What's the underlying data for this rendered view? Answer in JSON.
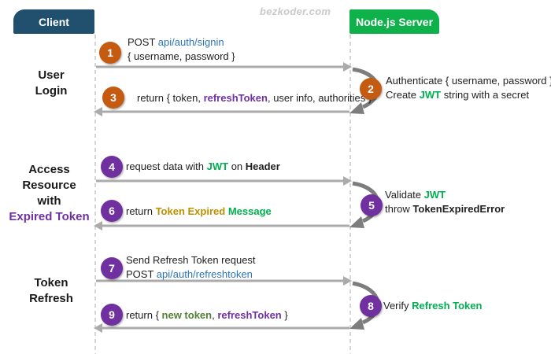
{
  "watermark": {
    "text": "bezkoder.com"
  },
  "actors": {
    "client": {
      "label": "Client",
      "bg": "#21506E"
    },
    "server": {
      "label": "Node.js Server",
      "bg": "#0FB14B"
    }
  },
  "colors": {
    "arrow": "#ABABAB",
    "self_loop": "#7D7D7D",
    "lifeline": "#BFBFBF",
    "step_badge_orange": "#C55A11",
    "step_badge_purple": "#7030A0",
    "link_blue": "#2E75B6",
    "jwt_green": "#00B050",
    "token_purple": "#7030A0",
    "expired_gold": "#BF8F00",
    "new_token_green": "#538135"
  },
  "sections": [
    {
      "lines": [
        [
          {
            "t": "User"
          }
        ],
        [
          {
            "t": "Login"
          }
        ]
      ]
    },
    {
      "lines": [
        [
          {
            "t": "Access"
          }
        ],
        [
          {
            "t": "Resource"
          }
        ],
        [
          {
            "t": "with"
          }
        ],
        [
          {
            "t": "Expired Token",
            "c": "#7030A0"
          }
        ]
      ]
    },
    {
      "lines": [
        [
          {
            "t": "Token"
          }
        ],
        [
          {
            "t": "Refresh"
          }
        ]
      ]
    }
  ],
  "steps": [
    {
      "num": "1",
      "color": "#C55A11",
      "lines": [
        [
          {
            "t": "POST "
          },
          {
            "t": "api/auth/signin",
            "c": "#2E75B6"
          }
        ],
        [
          {
            "t": "{ username, password }"
          }
        ]
      ]
    },
    {
      "num": "2",
      "color": "#C55A11",
      "lines": [
        [
          {
            "t": "Authenticate { username, password }"
          }
        ],
        [
          {
            "t": "Create "
          },
          {
            "t": "JWT",
            "c": "#00B050",
            "b": true
          },
          {
            "t": " string with a secret"
          }
        ]
      ]
    },
    {
      "num": "3",
      "color": "#C55A11",
      "lines": [
        [
          {
            "t": "return { token, "
          },
          {
            "t": "refreshToken",
            "c": "#7030A0",
            "b": true
          },
          {
            "t": ", user info, authorities }"
          }
        ]
      ]
    },
    {
      "num": "4",
      "color": "#7030A0",
      "lines": [
        [
          {
            "t": "request data with "
          },
          {
            "t": "JWT",
            "c": "#00B050",
            "b": true
          },
          {
            "t": " on "
          },
          {
            "t": "Header",
            "b": true
          }
        ]
      ]
    },
    {
      "num": "5",
      "color": "#7030A0",
      "lines": [
        [
          {
            "t": "Validate "
          },
          {
            "t": "JWT",
            "c": "#00B050",
            "b": true
          }
        ],
        [
          {
            "t": "throw "
          },
          {
            "t": "TokenExpiredError",
            "b": true
          }
        ]
      ]
    },
    {
      "num": "6",
      "color": "#7030A0",
      "lines": [
        [
          {
            "t": "return "
          },
          {
            "t": "Token Expired",
            "c": "#BF8F00",
            "b": true
          },
          {
            "t": " "
          },
          {
            "t": "Message",
            "c": "#00B050",
            "b": true
          }
        ]
      ]
    },
    {
      "num": "7",
      "color": "#7030A0",
      "lines": [
        [
          {
            "t": "Send Refresh Token request"
          }
        ],
        [
          {
            "t": "POST "
          },
          {
            "t": "api/auth/refreshtoken",
            "c": "#2E75B6"
          }
        ]
      ]
    },
    {
      "num": "8",
      "color": "#7030A0",
      "lines": [
        [
          {
            "t": "Verify "
          },
          {
            "t": "Refresh Token",
            "c": "#00B050",
            "b": true
          }
        ]
      ]
    },
    {
      "num": "9",
      "color": "#7030A0",
      "lines": [
        [
          {
            "t": "return { "
          },
          {
            "t": "new token",
            "c": "#538135",
            "b": true
          },
          {
            "t": ", "
          },
          {
            "t": "refreshToken",
            "c": "#7030A0",
            "b": true
          },
          {
            "t": " }"
          }
        ]
      ]
    }
  ]
}
